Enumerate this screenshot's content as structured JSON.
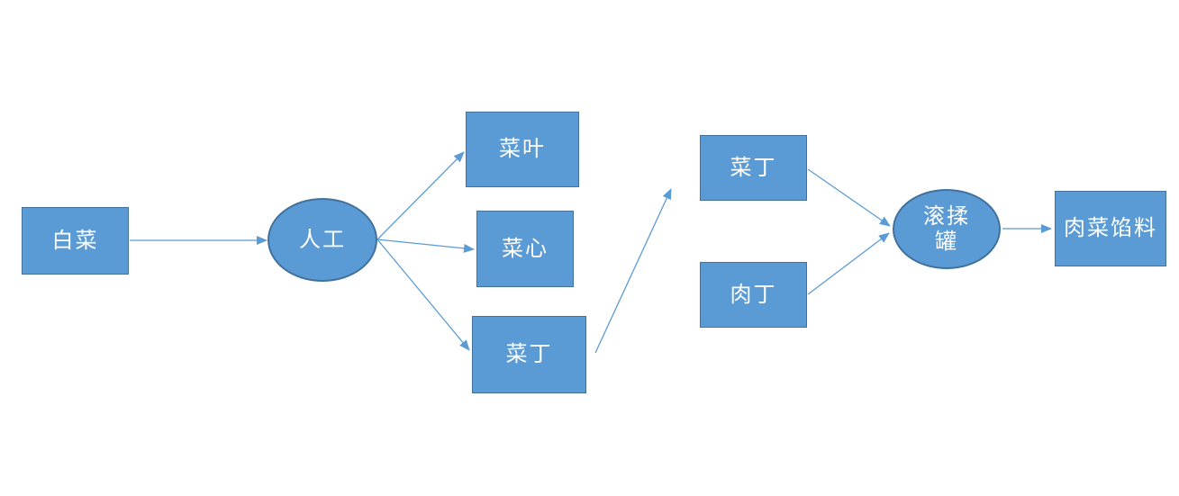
{
  "diagram": {
    "title": "",
    "nodes": {
      "cabbage": {
        "label": "白菜",
        "shape": "rect"
      },
      "manual": {
        "label": "人工",
        "shape": "ellipse"
      },
      "leaves": {
        "label": "菜叶",
        "shape": "rect"
      },
      "heart": {
        "label": "菜心",
        "shape": "rect"
      },
      "diced_veg": {
        "label": "菜丁",
        "shape": "rect"
      },
      "diced_veg_2": {
        "label": "菜丁",
        "shape": "rect"
      },
      "diced_meat": {
        "label": "肉丁",
        "shape": "rect"
      },
      "tumbler": {
        "label": "滚揉罐",
        "shape": "ellipse"
      },
      "filling": {
        "label": "肉菜馅料",
        "shape": "rect"
      }
    },
    "edges": [
      {
        "from": "cabbage",
        "to": "manual"
      },
      {
        "from": "manual",
        "to": "leaves"
      },
      {
        "from": "manual",
        "to": "heart"
      },
      {
        "from": "manual",
        "to": "diced_veg"
      },
      {
        "from": "diced_veg",
        "to": "diced_veg_2"
      },
      {
        "from": "diced_veg_2",
        "to": "tumbler"
      },
      {
        "from": "diced_meat",
        "to": "tumbler"
      },
      {
        "from": "tumbler",
        "to": "filling"
      }
    ],
    "colors": {
      "node_fill": "#5B9BD5",
      "node_border": "#41719C",
      "arrow": "#5B9BD5",
      "text": "#FFFFFF",
      "background": "#FFFFFF"
    }
  }
}
